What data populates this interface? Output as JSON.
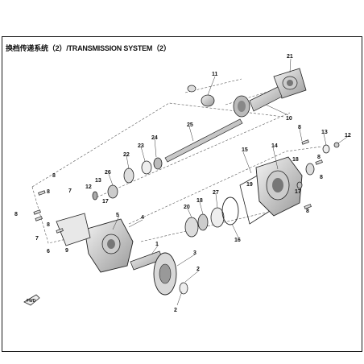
{
  "title": "换档传递系统（2）/TRANSMISSION SYSTEM（2）",
  "forward_badge": "FWD",
  "callouts": [
    {
      "id": "c1",
      "text": "1"
    },
    {
      "id": "c2a",
      "text": "2"
    },
    {
      "id": "c2b",
      "text": "2"
    },
    {
      "id": "c3",
      "text": "3"
    },
    {
      "id": "c4",
      "text": "4"
    },
    {
      "id": "c5",
      "text": "5"
    },
    {
      "id": "c6",
      "text": "6"
    },
    {
      "id": "c7a",
      "text": "7"
    },
    {
      "id": "c7b",
      "text": "7"
    },
    {
      "id": "c8a",
      "text": "8"
    },
    {
      "id": "c8b",
      "text": "8"
    },
    {
      "id": "c8c",
      "text": "8"
    },
    {
      "id": "c8d",
      "text": "8"
    },
    {
      "id": "c8e",
      "text": "8"
    },
    {
      "id": "c8f",
      "text": "8"
    },
    {
      "id": "c9",
      "text": "9"
    },
    {
      "id": "c10",
      "text": "10"
    },
    {
      "id": "c11",
      "text": "11"
    },
    {
      "id": "c12a",
      "text": "12"
    },
    {
      "id": "c12b",
      "text": "12"
    },
    {
      "id": "c13a",
      "text": "13"
    },
    {
      "id": "c13b",
      "text": "13"
    },
    {
      "id": "c14",
      "text": "14"
    },
    {
      "id": "c15",
      "text": "15"
    },
    {
      "id": "c16",
      "text": "16"
    },
    {
      "id": "c17a",
      "text": "17"
    },
    {
      "id": "c17b",
      "text": "17"
    },
    {
      "id": "c18a",
      "text": "18"
    },
    {
      "id": "c18b",
      "text": "18"
    },
    {
      "id": "c19",
      "text": "19"
    },
    {
      "id": "c20",
      "text": "20"
    },
    {
      "id": "c21",
      "text": "21"
    },
    {
      "id": "c22",
      "text": "22"
    },
    {
      "id": "c23",
      "text": "23"
    },
    {
      "id": "c24",
      "text": "24"
    },
    {
      "id": "c25",
      "text": "25"
    },
    {
      "id": "c26",
      "text": "26"
    },
    {
      "id": "c27",
      "text": "27"
    }
  ]
}
